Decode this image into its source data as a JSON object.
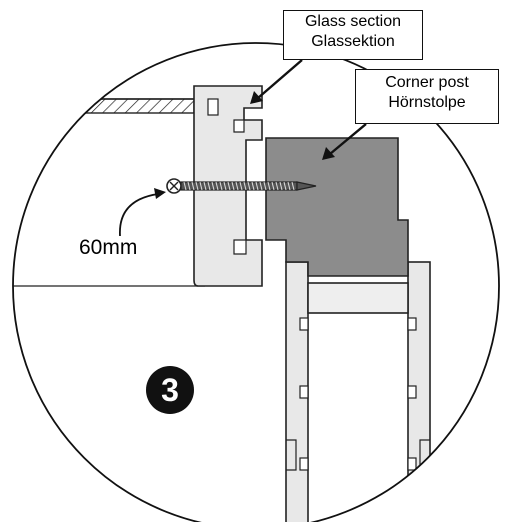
{
  "callouts": {
    "glass_section": {
      "line1": "Glass section",
      "line2": "Glassektion"
    },
    "corner_post": {
      "line1": "Corner post",
      "line2": "Hörnstolpe"
    }
  },
  "dimension": {
    "screw_length": "60mm"
  },
  "step": {
    "number": "3"
  },
  "icons": {
    "screw": "screw-icon",
    "pointer": "arrow-icon"
  }
}
